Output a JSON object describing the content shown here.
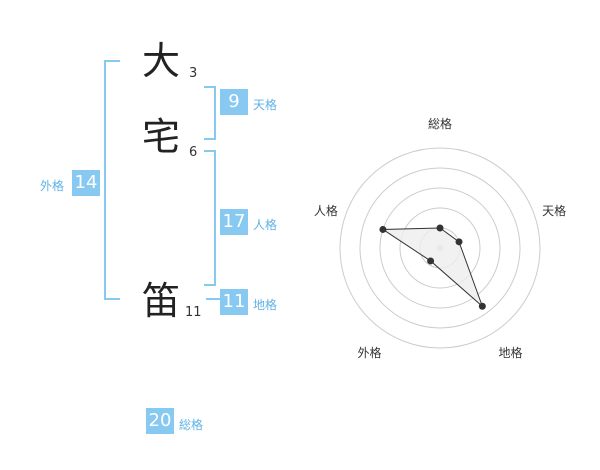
{
  "name": {
    "characters": [
      {
        "char": "大",
        "strokes": "3"
      },
      {
        "char": "宅",
        "strokes": "6"
      },
      {
        "char": "笛",
        "strokes": "11"
      }
    ]
  },
  "kaku": {
    "tenkaku": {
      "value": "9",
      "label": "天格"
    },
    "jinkaku": {
      "value": "17",
      "label": "人格"
    },
    "chikaku": {
      "value": "11",
      "label": "地格"
    },
    "gaikaku": {
      "value": "14",
      "label": "外格"
    },
    "soukaku": {
      "value": "20",
      "label": "総格"
    }
  },
  "radar": {
    "axes": [
      "総格",
      "天格",
      "地格",
      "外格",
      "人格"
    ],
    "values": [
      1,
      1,
      3.6,
      0.8,
      3.0
    ],
    "max": 5,
    "fill_color": "#eeeeee",
    "line_color": "#333333",
    "grid_color": "#cccccc"
  }
}
